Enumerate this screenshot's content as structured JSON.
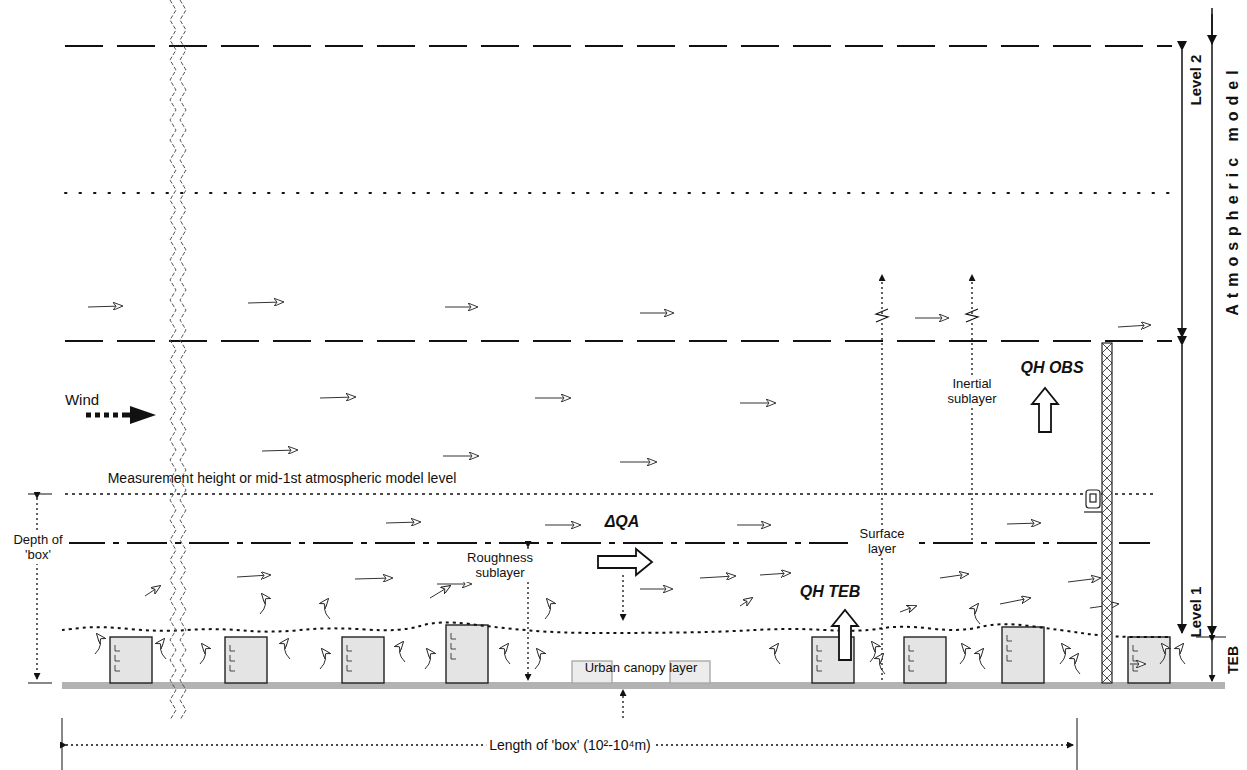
{
  "diagram": {
    "labels": [
      "Level 2",
      "Atmospheric model",
      "Wind",
      "Level 1",
      "QH OBS",
      "Inertial sublayer",
      "Surface layer",
      "Measurement height or mid-1st atmospheric model level",
      "Depth of 'box'",
      "ΔQA",
      "Roughness sublayer",
      "QH TEB",
      "Urban canopy layer",
      "TEB",
      "Length of 'box' (10²-10⁴m)"
    ]
  }
}
